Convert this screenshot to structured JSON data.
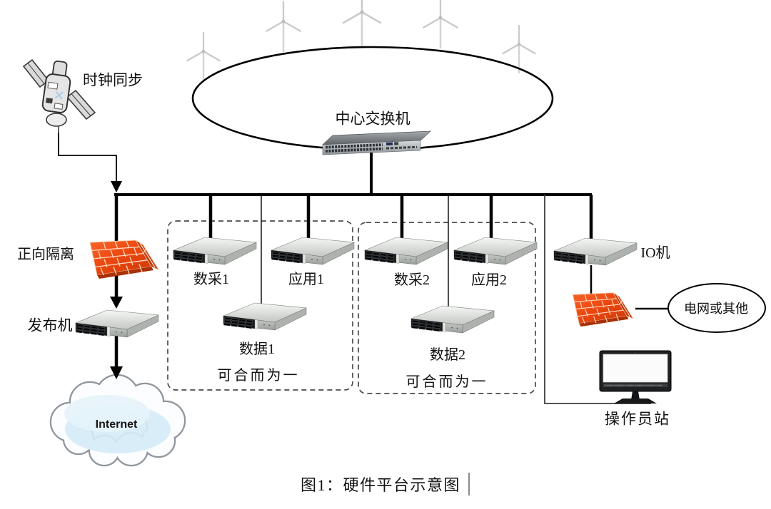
{
  "diagram": {
    "caption": "图1：硬件平台示意图",
    "ring": {
      "label": "中心交换机"
    },
    "satellite": {
      "label": "时钟同步"
    },
    "left_chain": {
      "isolation_label": "正向隔离",
      "publisher_label": "发布机",
      "cloud_label": "Internet"
    },
    "groups": [
      {
        "daq": "数采1",
        "app": "应用1",
        "data": "数据1",
        "note": "可合而为一"
      },
      {
        "daq": "数采2",
        "app": "应用2",
        "data": "数据2",
        "note": "可合而为一"
      }
    ],
    "right_side": {
      "io_label": "IO机",
      "grid_label": "电网或其他",
      "operator_label": "操作员站"
    },
    "icons": {
      "satellite": "satellite-icon",
      "wind_turbine": "wind-turbine-icon",
      "switch": "network-switch-icon",
      "server": "rack-server-icon",
      "firewall": "firewall-icon",
      "cloud": "internet-cloud-icon",
      "monitor": "operator-monitor-icon"
    },
    "colors": {
      "line_black": "#000000",
      "dashed_gray": "#4a4a4a",
      "firewall_orange": "#e8430e",
      "cloud_blue": "#d5ebf7",
      "server_gray": "#cfd3cf"
    }
  }
}
